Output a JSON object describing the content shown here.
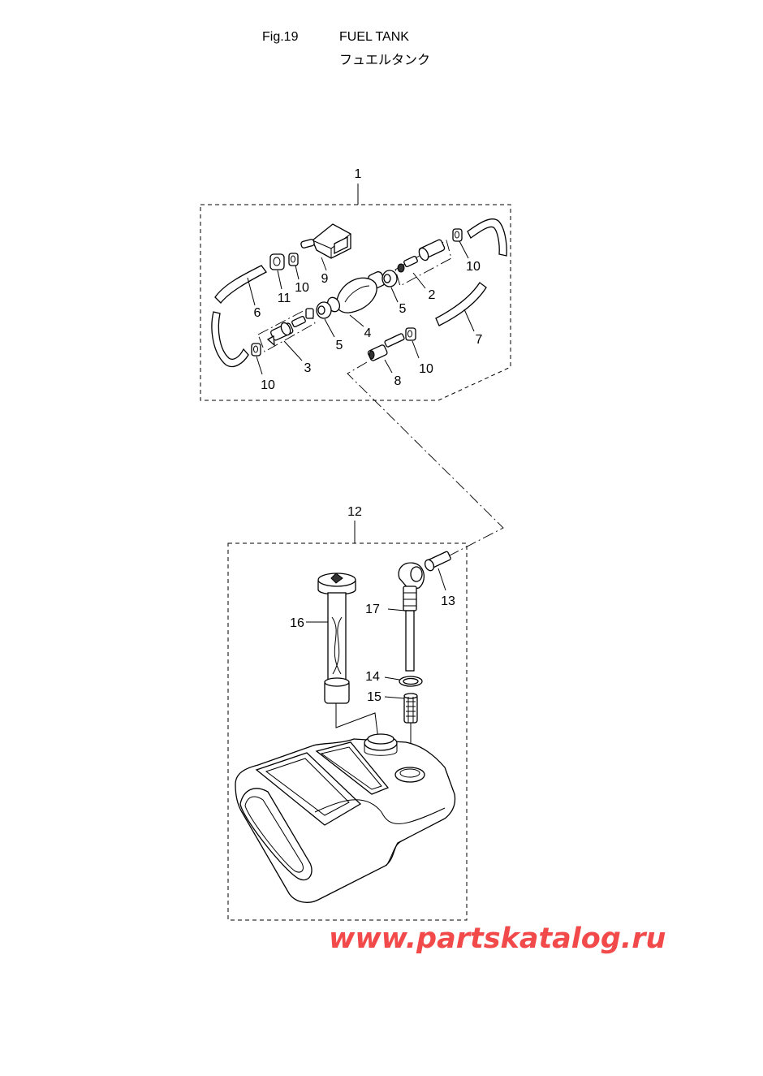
{
  "header": {
    "figure_label": "Fig.19",
    "title_en": "FUEL TANK",
    "title_jp": "フュエルタンク"
  },
  "callouts": [
    "1",
    "2",
    "3",
    "4",
    "5",
    "5",
    "6",
    "7",
    "8",
    "9",
    "10",
    "10",
    "10",
    "10",
    "11",
    "12",
    "13",
    "14",
    "15",
    "16",
    "17"
  ],
  "watermark": "www.partskatalog.ru",
  "colors": {
    "line": "#000000",
    "watermark": "#f24a4a",
    "background": "#ffffff"
  }
}
